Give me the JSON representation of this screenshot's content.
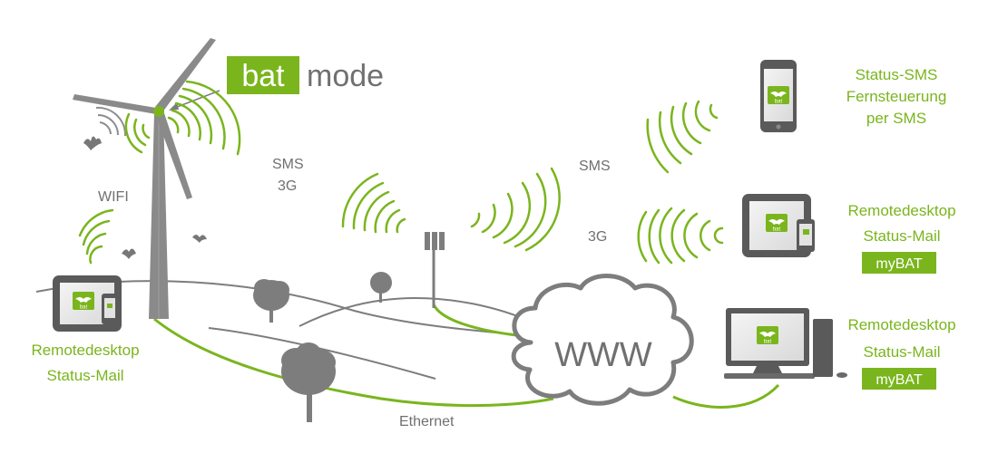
{
  "logo": {
    "bat": "bat",
    "mode": "mode"
  },
  "labels": {
    "wifi": "WIFI",
    "sms_left": "SMS",
    "g3_left": "3G",
    "sms_right": "SMS",
    "g3_right": "3G",
    "ethernet": "Ethernet",
    "www": "WWW"
  },
  "phone": {
    "line1": "Status-SMS",
    "line2": "Fernsteuerung",
    "line3": "per SMS"
  },
  "tablet_right": {
    "line1": "Remotedesktop",
    "line2": "Status-Mail",
    "badge": "myBAT"
  },
  "desktop": {
    "line1": "Remotedesktop",
    "line2": "Status-Mail",
    "badge": "myBAT"
  },
  "tablet_left": {
    "line1": "Remotedesktop",
    "line2": "Status-Mail"
  },
  "device_screen_logo": "bat",
  "colors": {
    "green": "#7ab51d",
    "gray": "#707070",
    "device_gray": "#5a5a5a"
  }
}
